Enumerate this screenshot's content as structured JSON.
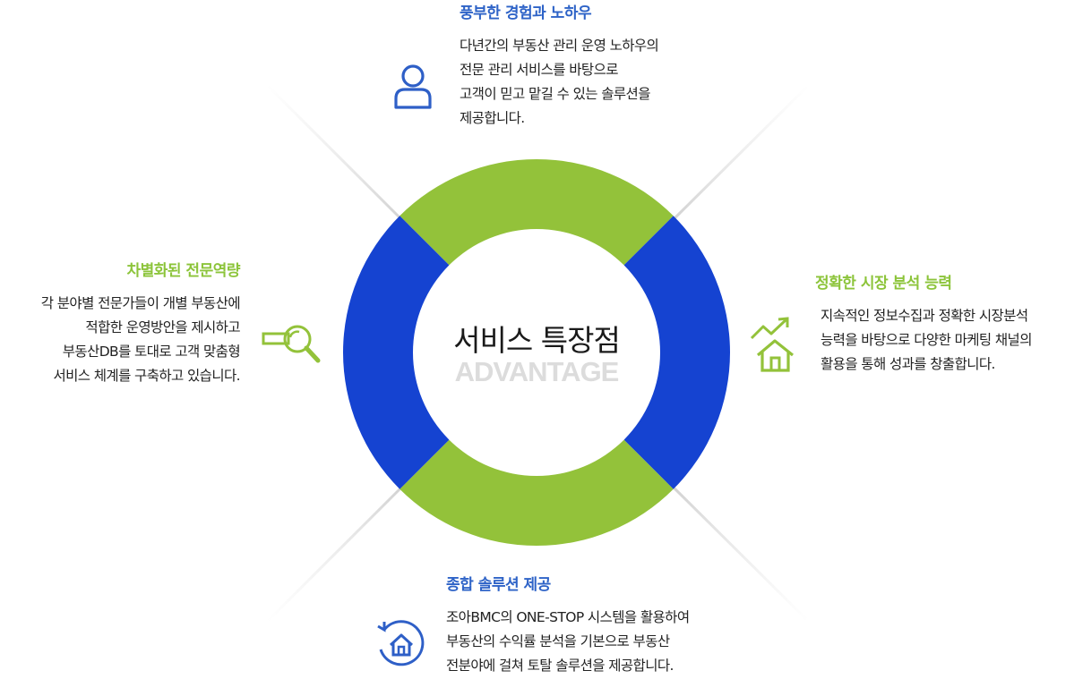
{
  "center": {
    "title": "서비스 특장점",
    "subtitle": "ADVANTAGE"
  },
  "colors": {
    "blue": "#1543d1",
    "green": "#93c23a",
    "title_blue": "#2e63c7",
    "title_green": "#8cc43a"
  },
  "features": {
    "top": {
      "icon": "person-icon",
      "title": "풍부한 경험과 노하우",
      "lines": [
        "다년간의 부동산 관리 운영 노하우의",
        "전문 관리 서비스를 바탕으로",
        "고객이 믿고 맡길 수 있는 솔루션을",
        "제공합니다."
      ]
    },
    "left": {
      "icon": "magnifier-icon",
      "title": "차별화된 전문역량",
      "lines": [
        "각 분야별 전문가들이 개별 부동산에",
        "적합한 운영방안을 제시하고",
        "부동산DB를 토대로 고객 맞춤형",
        "서비스 체계를 구축하고 있습니다."
      ]
    },
    "right": {
      "icon": "house-chart-icon",
      "title": "정확한 시장 분석 능력",
      "lines": [
        "지속적인 정보수집과 정확한 시장분석",
        "능력을 바탕으로 다양한 마케팅 채널의",
        "활용을 통해 성과를 창출합니다."
      ]
    },
    "bottom": {
      "icon": "house-cycle-icon",
      "title": "종합 솔루션 제공",
      "lines": [
        "조아BMC의 ONE-STOP 시스템을 활용하여",
        "부동산의 수익률 분석을 기본으로 부동산",
        "전분야에 걸쳐 토탈 솔루션을 제공합니다."
      ]
    }
  }
}
